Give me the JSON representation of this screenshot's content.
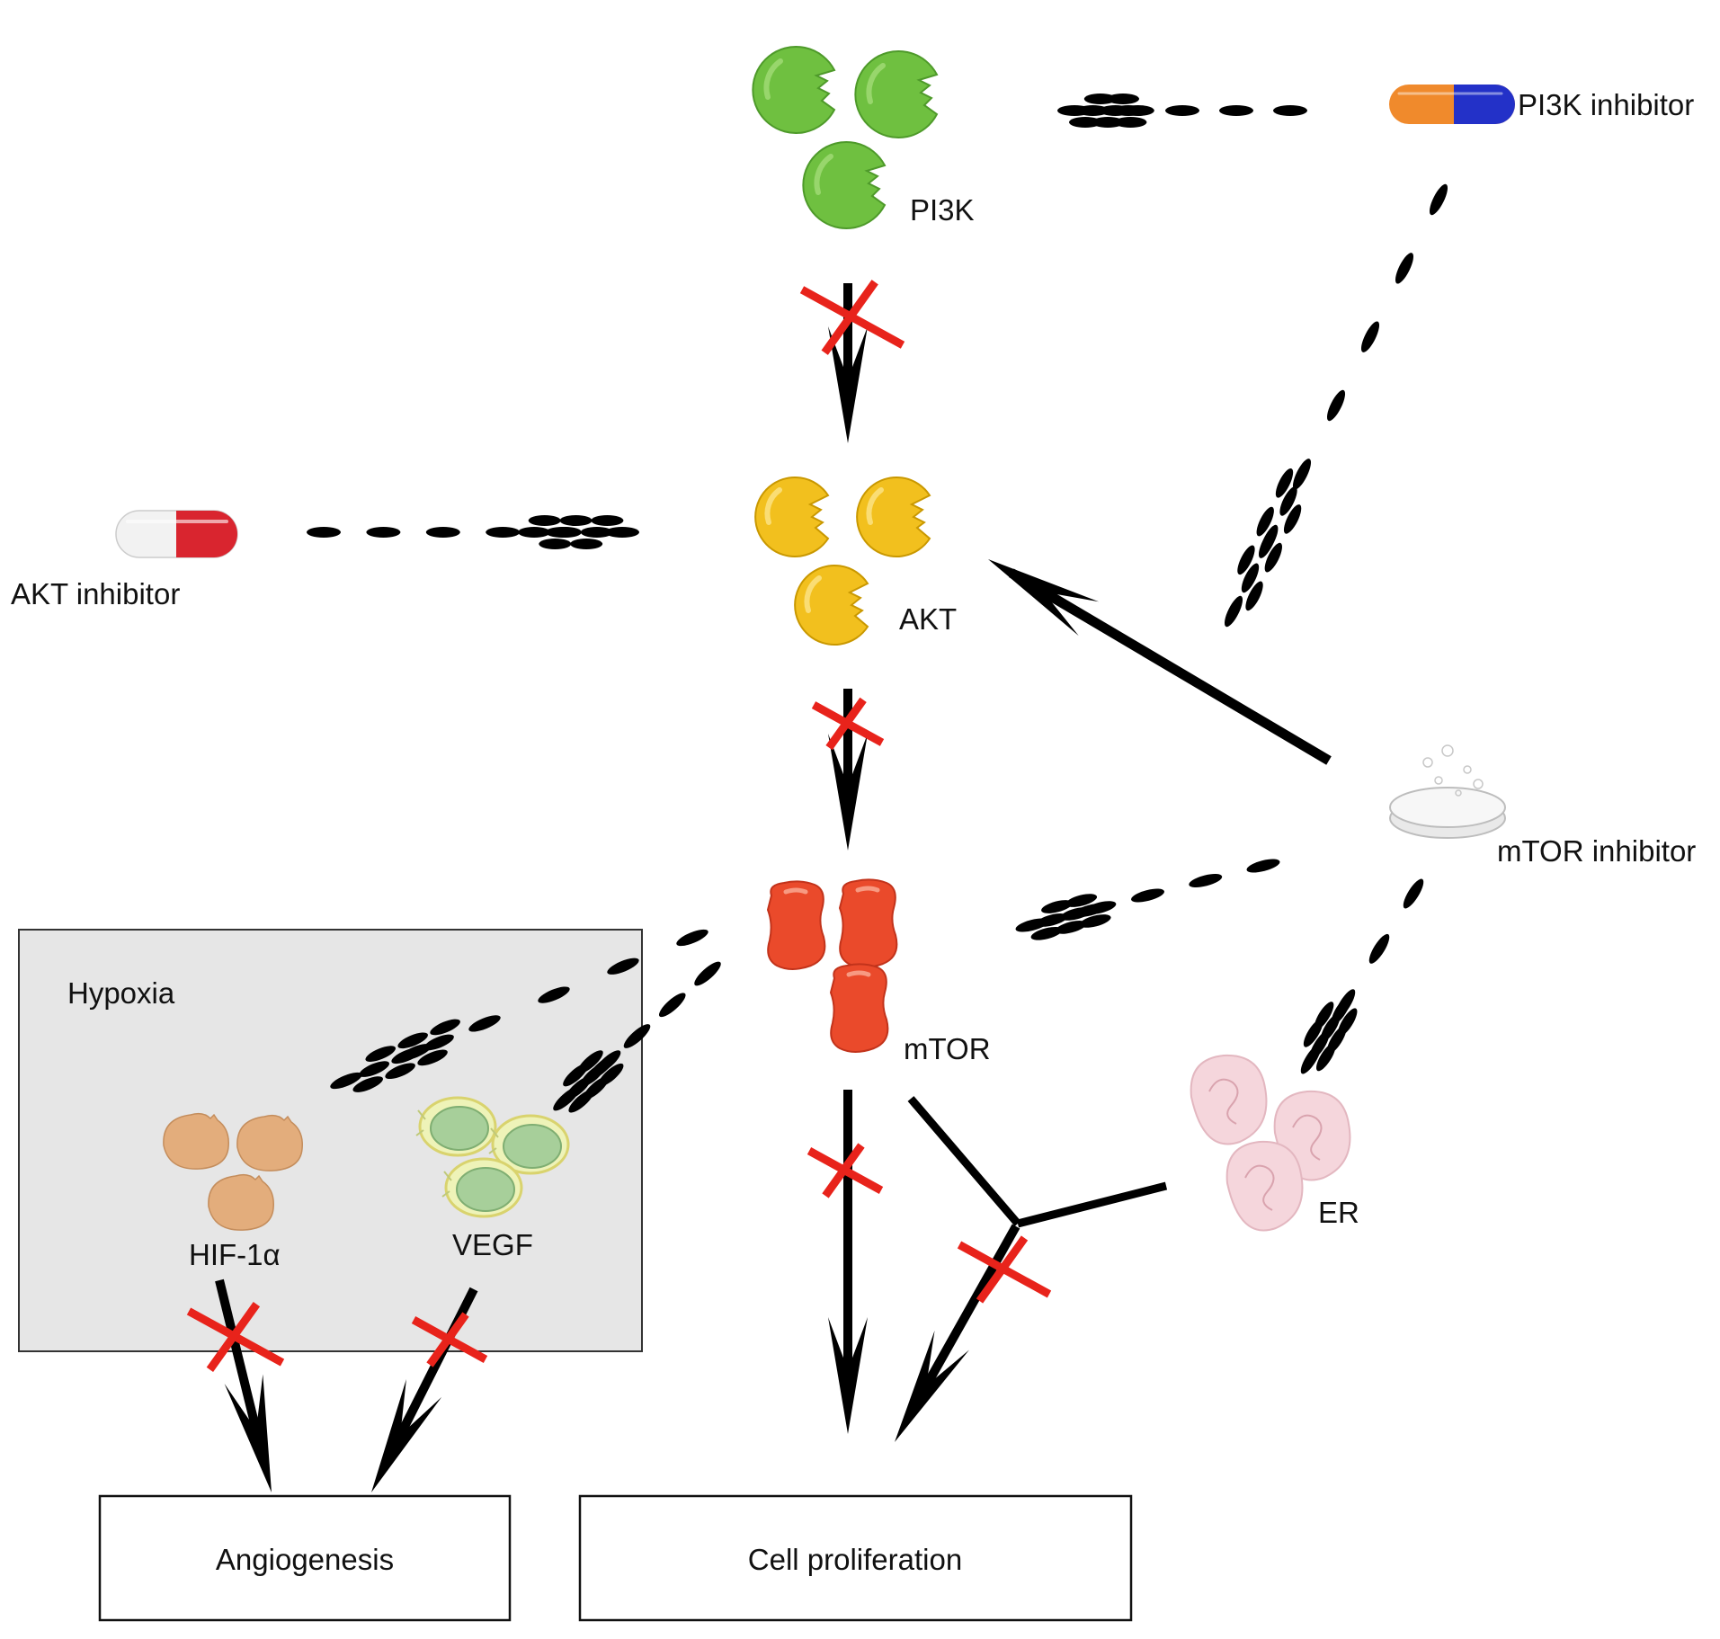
{
  "labels": {
    "pi3k": "PI3K",
    "pi3k_inhibitor": "PI3K inhibitor",
    "akt": "AKT",
    "akt_inhibitor": "AKT inhibitor",
    "mtor": "mTOR",
    "mtor_inhibitor": "mTOR inhibitor",
    "hypoxia": "Hypoxia",
    "hif": "HIF-1α",
    "vegf": "VEGF",
    "er": "ER"
  },
  "outcomes": {
    "angiogenesis": "Angiogenesis",
    "cell_proliferation": "Cell proliferation"
  },
  "colors": {
    "pi3k": "#6fc040",
    "akt": "#f2c01e",
    "mtor": "#ea4a2b",
    "hif": "#e3ad7c",
    "vegf": "#a7cf9a",
    "er": "#f5d6dc",
    "block_cross": "#e8231b",
    "hypoxia_box": "#e6e6e6",
    "arrow": "#000000"
  },
  "icons": [
    "pi3k-protein-icon",
    "akt-protein-icon",
    "mtor-protein-icon",
    "pi3k-inhibitor-capsule-icon",
    "akt-inhibitor-capsule-icon",
    "mtor-inhibitor-tablet-icon",
    "hif-1a-icon",
    "vegf-icon",
    "er-icon",
    "block-cross-icon"
  ]
}
